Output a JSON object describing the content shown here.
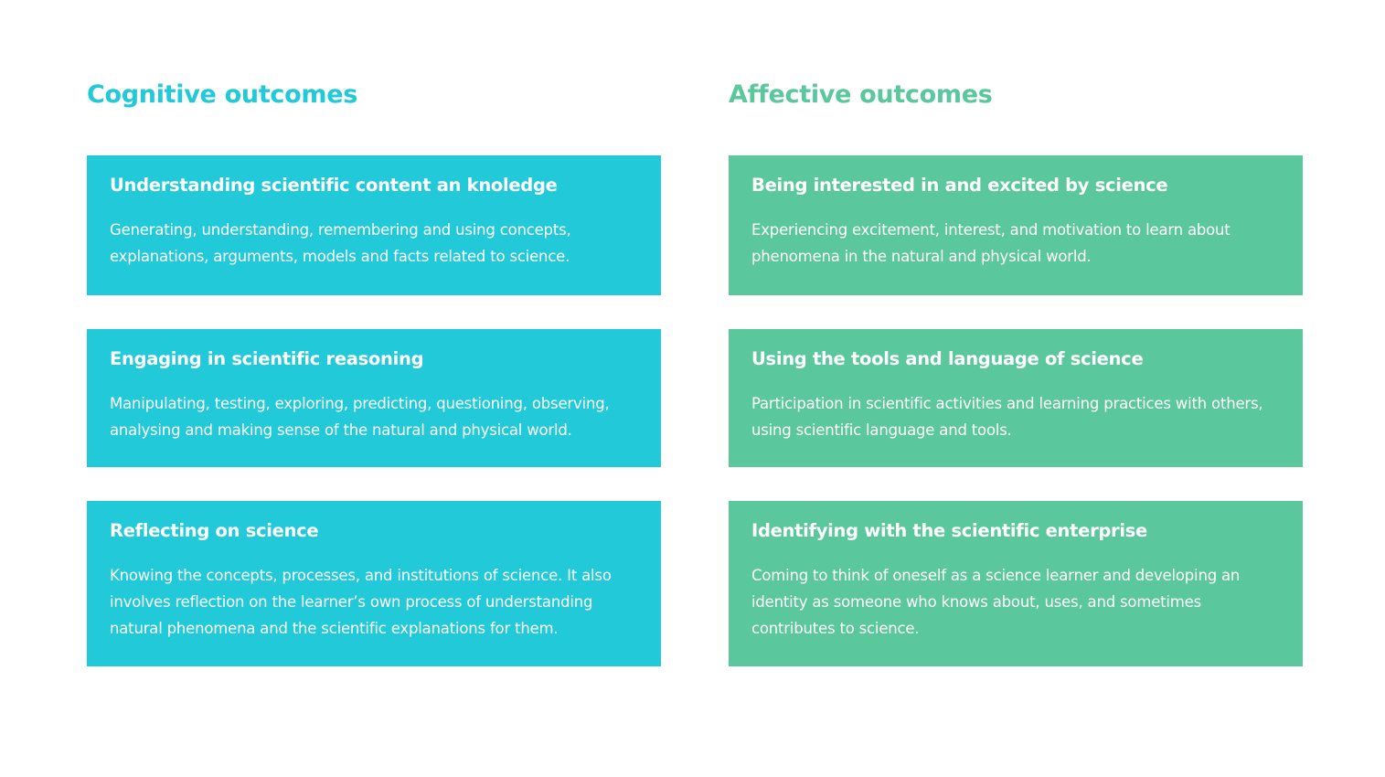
{
  "colors": {
    "cognitive": "#22c9d8",
    "affective": "#5bc79c"
  },
  "cognitive": {
    "title": "Cognitive outcomes",
    "cards": [
      {
        "title": "Understanding scientific content an knoledge",
        "text": "Generating, understanding, remembering and using concepts, explanations, arguments, models and facts related to science."
      },
      {
        "title": "Engaging in scientific reasoning",
        "text": "Manipulating, testing, exploring, predicting, questioning, observing, analysing and making sense of the natural and physical world."
      },
      {
        "title": "Reflecting on science",
        "text": "Knowing the concepts, processes, and institutions of science. It also involves reflection on the learner’s own process of understanding natural phenomena and the scientific explanations for them."
      }
    ]
  },
  "affective": {
    "title": "Affective outcomes",
    "cards": [
      {
        "title": "Being interested in and excited by science",
        "text": "Experiencing excitement, interest, and motivation to learn about phenomena in the natural and physical world."
      },
      {
        "title": "Using the tools and language of science",
        "text": "Participation in scientific activities and learning practices with others, using scientific language and tools."
      },
      {
        "title": "Identifying with the scientific enterprise",
        "text": "Coming to think of oneself as a science learner and developing an identity as someone who knows about, uses, and sometimes contributes to science."
      }
    ]
  }
}
